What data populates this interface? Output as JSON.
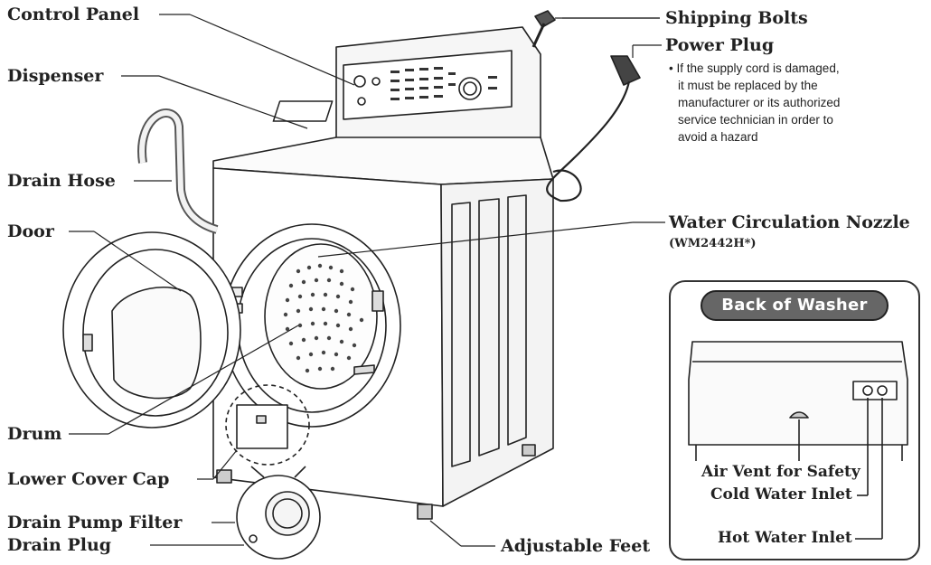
{
  "labels": {
    "control_panel": "Control Panel",
    "dispenser": "Dispenser",
    "drain_hose": "Drain Hose",
    "door": "Door",
    "drum": "Drum",
    "lower_cover_cap": "Lower Cover Cap",
    "drain_pump_filter": "Drain Pump Filter",
    "drain_plug": "Drain Plug",
    "adjustable_feet": "Adjustable Feet",
    "shipping_bolts": "Shipping Bolts",
    "power_plug": "Power Plug",
    "water_circulation_nozzle": "Water Circulation Nozzle",
    "model_note": "(WM2442H*)"
  },
  "power_plug_note": [
    "• If the supply cord is damaged,",
    "it must be replaced by the",
    "manufacturer or its authorized",
    "service technician in order to",
    "avoid a hazard"
  ],
  "back_of_washer": {
    "title": "Back of Washer",
    "air_vent": "Air Vent for Safety",
    "cold_inlet": "Cold Water Inlet",
    "hot_inlet": "Hot Water Inlet"
  }
}
